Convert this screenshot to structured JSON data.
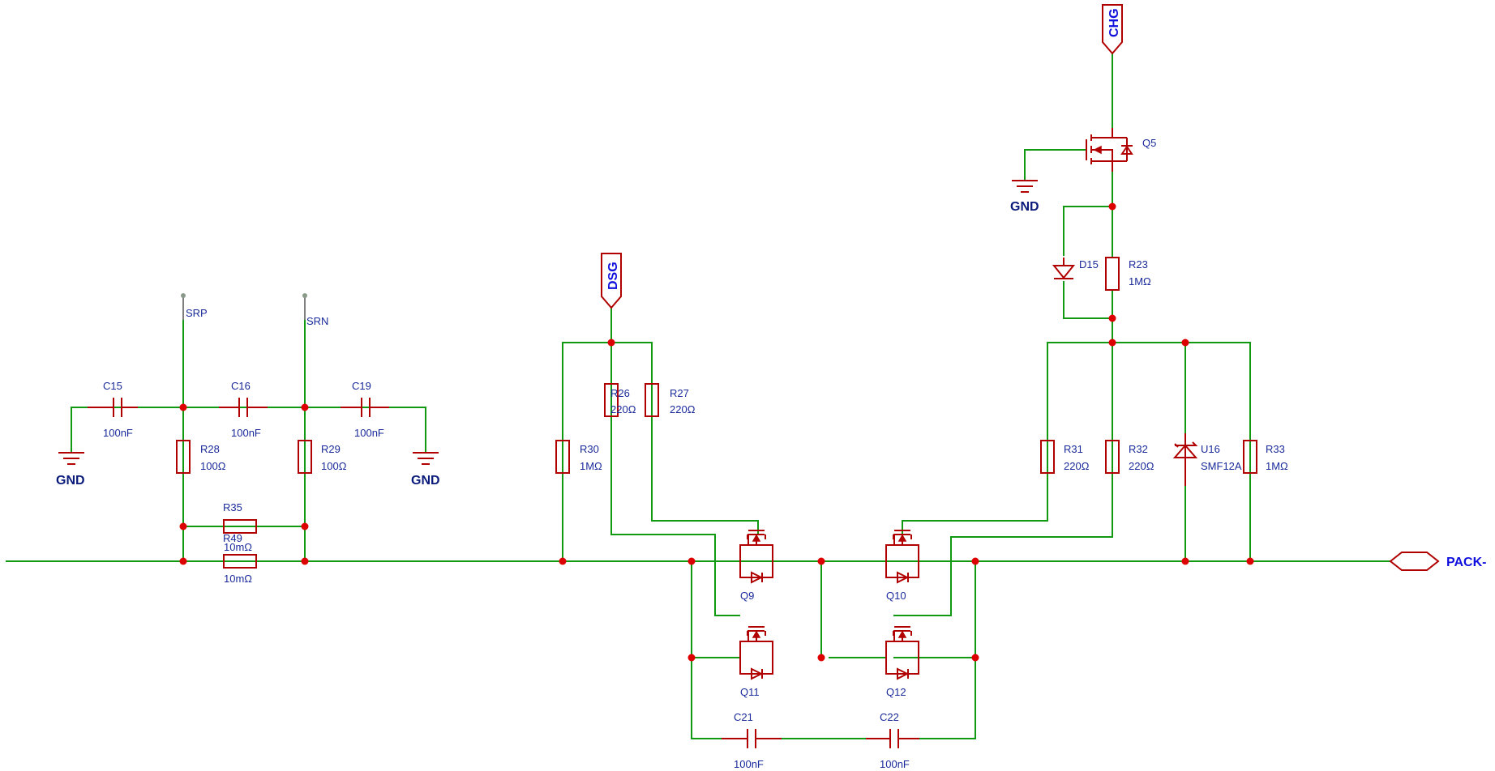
{
  "nets": {
    "srp": "SRP",
    "srn": "SRN",
    "dsg": "DSG",
    "chg": "CHG",
    "pack": "PACK-",
    "gnd": "GND"
  },
  "parts": {
    "C15": {
      "ref": "C15",
      "val": "100nF"
    },
    "C16": {
      "ref": "C16",
      "val": "100nF"
    },
    "C19": {
      "ref": "C19",
      "val": "100nF"
    },
    "R28": {
      "ref": "R28",
      "val": "100Ω"
    },
    "R29": {
      "ref": "R29",
      "val": "100Ω"
    },
    "R35": {
      "ref": "R35",
      "val": "10mΩ"
    },
    "R49": {
      "ref": "R49",
      "val": "10mΩ"
    },
    "R26": {
      "ref": "R26",
      "val": "220Ω"
    },
    "R27": {
      "ref": "R27",
      "val": "220Ω"
    },
    "R30": {
      "ref": "R30",
      "val": "1MΩ"
    },
    "R31": {
      "ref": "R31",
      "val": "220Ω"
    },
    "R32": {
      "ref": "R32",
      "val": "220Ω"
    },
    "R33": {
      "ref": "R33",
      "val": "1MΩ"
    },
    "R23": {
      "ref": "R23",
      "val": "1MΩ"
    },
    "D15": {
      "ref": "D15"
    },
    "U16": {
      "ref": "U16",
      "val": "SMF12A"
    },
    "Q5": {
      "ref": "Q5"
    },
    "Q9": {
      "ref": "Q9"
    },
    "Q10": {
      "ref": "Q10"
    },
    "Q11": {
      "ref": "Q11"
    },
    "Q12": {
      "ref": "Q12"
    },
    "C21": {
      "ref": "C21",
      "val": "100nF"
    },
    "C22": {
      "ref": "C22",
      "val": "100nF"
    }
  }
}
